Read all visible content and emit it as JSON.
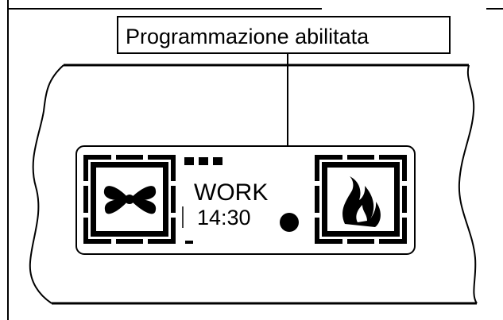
{
  "callout": {
    "label": "Programmazione abilitata"
  },
  "display": {
    "mode_text": "WORK",
    "time_text": "14:30",
    "left_icon": "fan-icon",
    "right_icon": "flame-icon",
    "indicator": "program-enabled-dot"
  },
  "colors": {
    "ink": "#000000",
    "paper": "#ffffff"
  }
}
